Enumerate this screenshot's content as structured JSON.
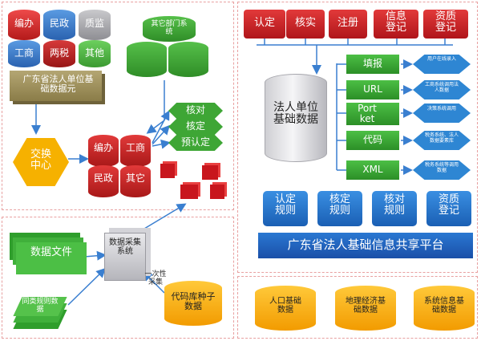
{
  "top_left": {
    "source_cylinders": [
      {
        "label": "编办",
        "color": "#d8262b"
      },
      {
        "label": "民政",
        "color": "#3a7fd0"
      },
      {
        "label": "质监",
        "color": "#a9a9ad"
      },
      {
        "label": "工商",
        "color": "#3a7fd0"
      },
      {
        "label": "两税",
        "color": "#c0201f"
      },
      {
        "label": "其他",
        "color": "#54b848"
      }
    ],
    "unit_box_label": "广东省法人单位基础数据元",
    "other_dept_label": "其它部门系统",
    "exchange_label": "交换中心",
    "mid_cylinders": [
      "编办",
      "工商",
      "民政",
      "其它"
    ],
    "status_arrows": [
      "核对",
      "核定",
      "预认定"
    ]
  },
  "bottom_left": {
    "data_file_label": "数据文件",
    "same_rule_label": "同类规则数据",
    "collect_label": "数据采集系统",
    "seed_label": "代码库种子数据",
    "one_time_label": "一次性采集"
  },
  "right": {
    "top_buttons": [
      "认定",
      "核实",
      "注册",
      "信息登记",
      "资质登记"
    ],
    "main_db_label": "法人单位基础数据",
    "channels": [
      {
        "label": "填报",
        "desc": "用户在线录入"
      },
      {
        "label": "URL",
        "desc": "工商系统调用法人数据"
      },
      {
        "label": "Port ket",
        "desc": "决策系统调用"
      },
      {
        "label": "代码",
        "desc": "税务系统、法人数据要素库"
      },
      {
        "label": "XML",
        "desc": "税务系统等调用数据"
      }
    ],
    "rules": [
      "认定规则",
      "核定规则",
      "核对规则",
      "资质登记"
    ],
    "platform_label": "广东省法人基础信息共享平台"
  },
  "bottom_right": {
    "cylinders": [
      "人口基础数据",
      "地理经济基础数据",
      "系统信息基础数据"
    ]
  }
}
